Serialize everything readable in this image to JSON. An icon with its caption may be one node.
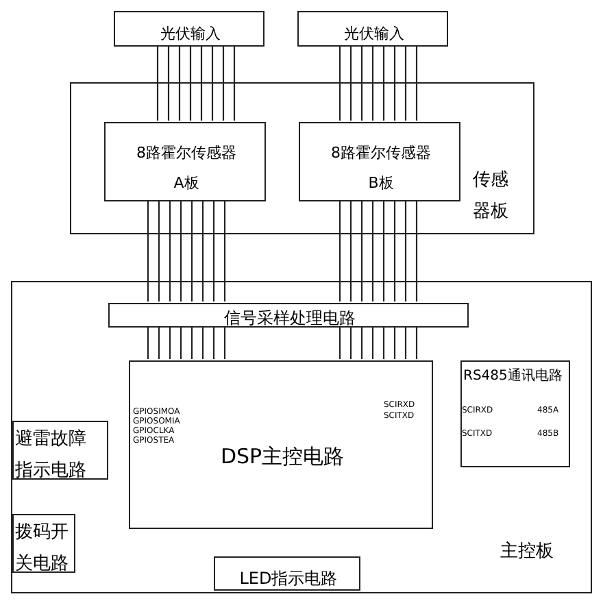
{
  "diagram": {
    "nodes": [
      {
        "text": [
          "光伏输入"
        ]
      },
      {
        "text": [
          "光伏输入"
        ]
      },
      {
        "text": [
          "传感器板"
        ]
      },
      {
        "text": [
          "8路霍尔传感器",
          "A板"
        ],
        "in": 2
      },
      {
        "text": [
          "8路霍尔传感器",
          "B板"
        ],
        "in": 2
      },
      {
        "text": [
          "主控板"
        ]
      },
      {
        "text": [
          "信号采样处理电路"
        ],
        "in": 5
      },
      {
        "text": [
          "DSP主控电路"
        ],
        "in": 5
      },
      {
        "text": [
          "RS485通讯电路"
        ],
        "in": 5
      },
      {
        "text": [
          "避雷故障指示电路"
        ],
        "in": 5
      },
      {
        "text": [
          "拨码开关电路"
        ],
        "in": 5
      },
      {
        "text": [
          "LED指示电路"
        ],
        "in": 5
      }
    ],
    "edges": [
      {
        "from": 0,
        "to": 3,
        "arrow": "none"
      },
      {
        "from": 0,
        "to": 3,
        "arrow": "none"
      },
      {
        "from": 0,
        "to": 3,
        "arrow": "none"
      },
      {
        "from": 0,
        "to": 3,
        "arrow": "none"
      },
      {
        "from": 0,
        "to": 3,
        "arrow": "none"
      },
      {
        "from": 0,
        "to": 3,
        "arrow": "none"
      },
      {
        "from": 0,
        "to": 3,
        "arrow": "none"
      },
      {
        "from": 0,
        "to": 3,
        "arrow": "none"
      },
      {
        "from": 1,
        "to": 4,
        "arrow": "none"
      },
      {
        "from": 1,
        "to": 4,
        "arrow": "none"
      },
      {
        "from": 1,
        "to": 4,
        "arrow": "none"
      },
      {
        "from": 1,
        "to": 4,
        "arrow": "none"
      },
      {
        "from": 1,
        "to": 4,
        "arrow": "none"
      },
      {
        "from": 1,
        "to": 4,
        "arrow": "none"
      },
      {
        "from": 1,
        "to": 4,
        "arrow": "none"
      },
      {
        "from": 1,
        "to": 4,
        "arrow": "none"
      },
      {
        "from": 3,
        "to": 6,
        "arrow": "none"
      },
      {
        "from": 3,
        "to": 6,
        "arrow": "none"
      },
      {
        "from": 3,
        "to": 6,
        "arrow": "none"
      },
      {
        "from": 3,
        "to": 6,
        "arrow": "none"
      },
      {
        "from": 3,
        "to": 6,
        "arrow": "none"
      },
      {
        "from": 3,
        "to": 6,
        "arrow": "none"
      },
      {
        "from": 3,
        "to": 6,
        "arrow": "none"
      },
      {
        "from": 3,
        "to": 6,
        "arrow": "none"
      },
      {
        "from": 4,
        "to": 6,
        "arrow": "none"
      },
      {
        "from": 4,
        "to": 6,
        "arrow": "none"
      },
      {
        "from": 4,
        "to": 6,
        "arrow": "none"
      },
      {
        "from": 4,
        "to": 6,
        "arrow": "none"
      },
      {
        "from": 4,
        "to": 6,
        "arrow": "none"
      },
      {
        "from": 4,
        "to": 6,
        "arrow": "none"
      },
      {
        "from": 4,
        "to": 6,
        "arrow": "none"
      },
      {
        "from": 4,
        "to": 6,
        "arrow": "none"
      },
      {
        "from": 6,
        "to": 7,
        "arrow": "none"
      },
      {
        "from": 6,
        "to": 7,
        "arrow": "none"
      },
      {
        "from": 6,
        "to": 7,
        "arrow": "none"
      },
      {
        "from": 6,
        "to": 7,
        "arrow": "none"
      },
      {
        "from": 6,
        "to": 7,
        "arrow": "none"
      },
      {
        "from": 6,
        "to": 7,
        "arrow": "none"
      },
      {
        "from": 6,
        "to": 7,
        "arrow": "none"
      },
      {
        "from": 6,
        "to": 7,
        "arrow": "none"
      },
      {
        "from": 6,
        "to": 7,
        "arrow": "none"
      },
      {
        "from": 6,
        "to": 7,
        "arrow": "none"
      },
      {
        "from": 6,
        "to": 7,
        "arrow": "none"
      },
      {
        "from": 6,
        "to": 7,
        "arrow": "none"
      },
      {
        "from": 6,
        "to": 7,
        "arrow": "none"
      },
      {
        "from": 6,
        "to": 7,
        "arrow": "none"
      },
      {
        "from": 6,
        "to": 7,
        "arrow": "none"
      },
      {
        "from": 6,
        "to": 7,
        "arrow": "none"
      }
    ],
    "labels": [
      "GPIOSIMOA",
      "GPIOSOMIA",
      "GPIOCLKA",
      "GPIOSTEA",
      "SCIRXD",
      "SCITXD",
      "SCIRXD",
      "485A",
      "SCITXD",
      "485B"
    ]
  }
}
